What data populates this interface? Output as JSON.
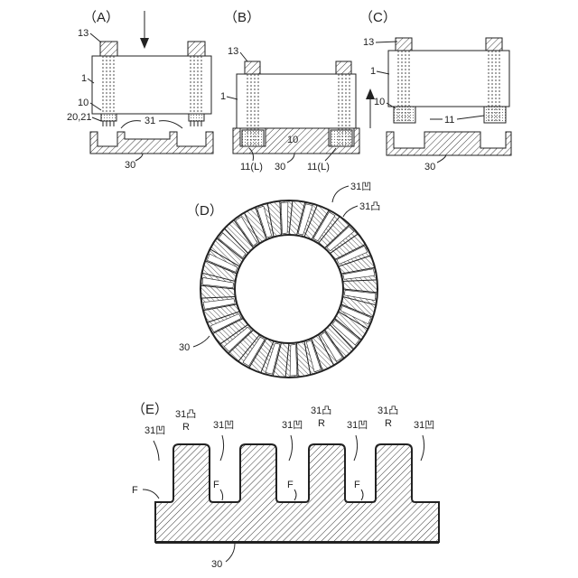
{
  "panels": {
    "A": {
      "title": "（A）",
      "labels": {
        "l13": "13",
        "l1": "1",
        "l10": "10",
        "l2021": "20,21",
        "l31": "31",
        "l30": "30"
      }
    },
    "B": {
      "title": "（B）",
      "labels": {
        "l13": "13",
        "l1": "1",
        "l10": "10",
        "l11L_left": "11(L)",
        "l30": "30",
        "l11L_right": "11(L)"
      }
    },
    "C": {
      "title": "（C）",
      "labels": {
        "l13": "13",
        "l1": "1",
        "l10": "10",
        "l11": "11",
        "l30": "30"
      }
    },
    "D": {
      "title": "（D）",
      "labels": {
        "l31a": "31凹",
        "l31b": "31凸",
        "l30": "30"
      }
    },
    "E": {
      "title": "（E）",
      "labels": {
        "convex": "31凸",
        "concave": "31凹",
        "R": "R",
        "F": "F",
        "l30": "30"
      }
    }
  },
  "colors": {
    "ink": "#222222",
    "background": "#ffffff"
  }
}
